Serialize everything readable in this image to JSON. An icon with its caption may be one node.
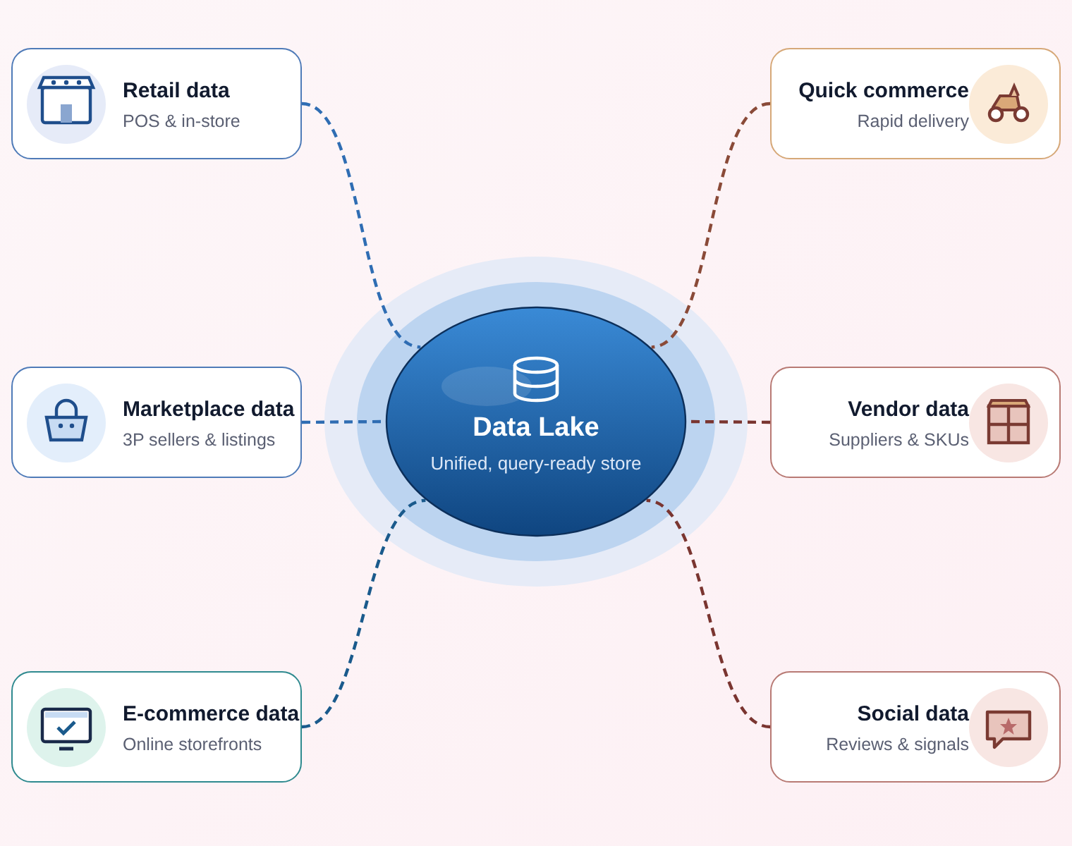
{
  "diagram": {
    "nodes": [
      {
        "text": [
          "Retail data",
          "POS & in-store"
        ]
      },
      {
        "text": [
          "Quick commerce",
          "Rapid delivery"
        ]
      },
      {
        "text": [
          "Marketplace data",
          "3P sellers & listings"
        ]
      },
      {
        "text": [
          "Data Lake",
          "Unified, query-ready store"
        ]
      },
      {
        "text": [
          "Vendor data",
          "Suppliers & SKUs"
        ]
      },
      {
        "text": [
          "E-commerce data",
          "Online storefronts"
        ]
      },
      {
        "text": [
          "Social data",
          "Reviews & signals"
        ]
      }
    ],
    "edges": [
      {
        "from": 0,
        "to": 3,
        "arrow": "none",
        "style": "dashed",
        "color": "#2f6db3"
      },
      {
        "from": 1,
        "to": 3,
        "arrow": "none",
        "style": "dashed",
        "color": "#8a4a38"
      },
      {
        "from": 2,
        "to": 3,
        "arrow": "none",
        "style": "dashed",
        "color": "#2f6db3"
      },
      {
        "from": 4,
        "to": 3,
        "arrow": "none",
        "style": "dashed",
        "color": "#7a3530"
      },
      {
        "from": 5,
        "to": 3,
        "arrow": "none",
        "style": "dashed",
        "color": "#1a5a8c"
      },
      {
        "from": 6,
        "to": 3,
        "arrow": "none",
        "style": "dashed",
        "color": "#7a3530"
      }
    ]
  }
}
